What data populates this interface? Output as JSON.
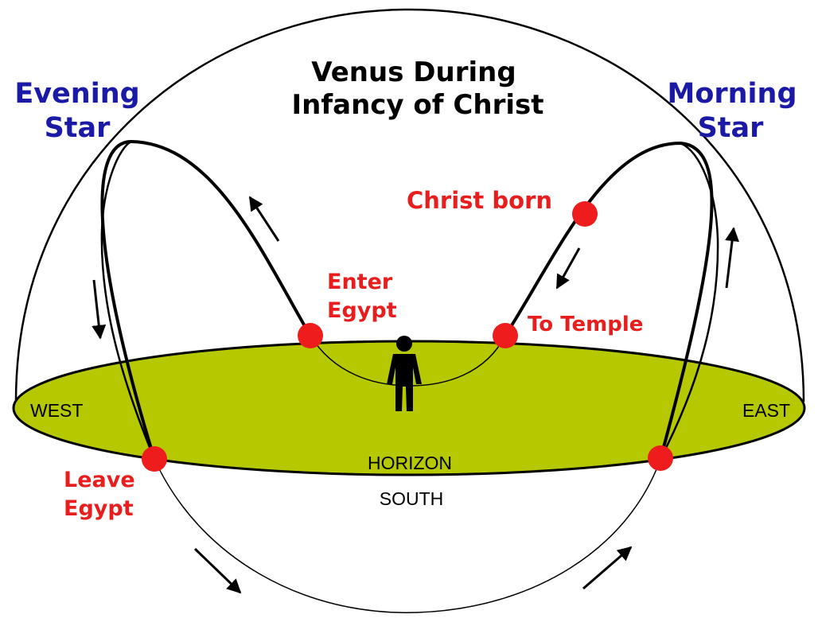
{
  "title": {
    "line1": "Venus During",
    "line2": "Infancy of Christ"
  },
  "labels": {
    "evening_star": {
      "line1": "Evening",
      "line2": "Star"
    },
    "morning_star": {
      "line1": "Morning",
      "line2": "Star"
    },
    "west": "WEST",
    "east": "EAST",
    "horizon": "HORIZON",
    "south": "SOUTH"
  },
  "events": [
    {
      "id": "christ-born",
      "line1": "Christ born",
      "line2": ""
    },
    {
      "id": "to-temple",
      "line1": "To Temple",
      "line2": ""
    },
    {
      "id": "enter-egypt",
      "line1": "Enter",
      "line2": "Egypt"
    },
    {
      "id": "leave-egypt",
      "line1": "Leave",
      "line2": "Egypt"
    }
  ],
  "colors": {
    "horizon_fill": "#b5c800",
    "event_dot": "#ee1c1c",
    "event_text": "#e81e1e",
    "star_text": "#1a1aa6",
    "line": "#000000"
  }
}
